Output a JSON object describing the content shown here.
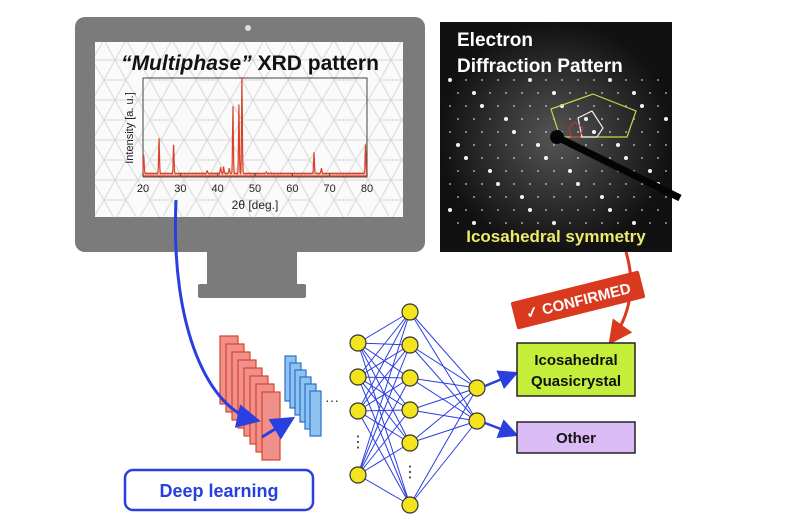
{
  "monitor": {
    "title_quoted": "“Multiphase”",
    "title_rest": " XRD pattern",
    "xlabel": "2θ [deg.]",
    "ylabel": "Intensity [a. u.]",
    "xticks": [
      "20",
      "30",
      "40",
      "50",
      "60",
      "70",
      "80"
    ]
  },
  "chart_data": {
    "type": "line",
    "xlabel": "2θ [deg.]",
    "ylabel": "Intensity [a. u.]",
    "xlim": [
      20,
      80
    ],
    "peaks": [
      [
        20.2,
        0.2
      ],
      [
        24.3,
        0.37
      ],
      [
        28.2,
        0.3
      ],
      [
        37.2,
        0.03
      ],
      [
        40.8,
        0.07
      ],
      [
        41.6,
        0.07
      ],
      [
        43.1,
        0.06
      ],
      [
        44.1,
        0.7
      ],
      [
        45.7,
        0.72
      ],
      [
        46.5,
        1.0
      ],
      [
        53,
        0.02
      ],
      [
        65.8,
        0.22
      ],
      [
        67.8,
        0.06
      ],
      [
        79.6,
        0.3
      ]
    ]
  },
  "diffraction": {
    "title_line1": "Electron",
    "title_line2": "Diffraction Pattern",
    "caption": "Icosahedral symmetry"
  },
  "confirmed_label": "✓ CONFIRMED",
  "deep_learning_label": "Deep learning",
  "ellipsis": "···",
  "vdots": "⋮",
  "outputs": {
    "class1_line1": "Icosahedral",
    "class1_line2": "Quasicrystal",
    "class2": "Other"
  },
  "colors": {
    "monitor": "#7b7b7b",
    "xrd_line": "#d9432a",
    "arrow_blue": "#2a3fe0",
    "confirmed_red": "#d93a1f",
    "node_yellow": "#f4e41d",
    "quasicrystal_green": "#c4ee3a",
    "other_purple": "#dcbcf6",
    "caption_yellow": "#eeea6a"
  }
}
